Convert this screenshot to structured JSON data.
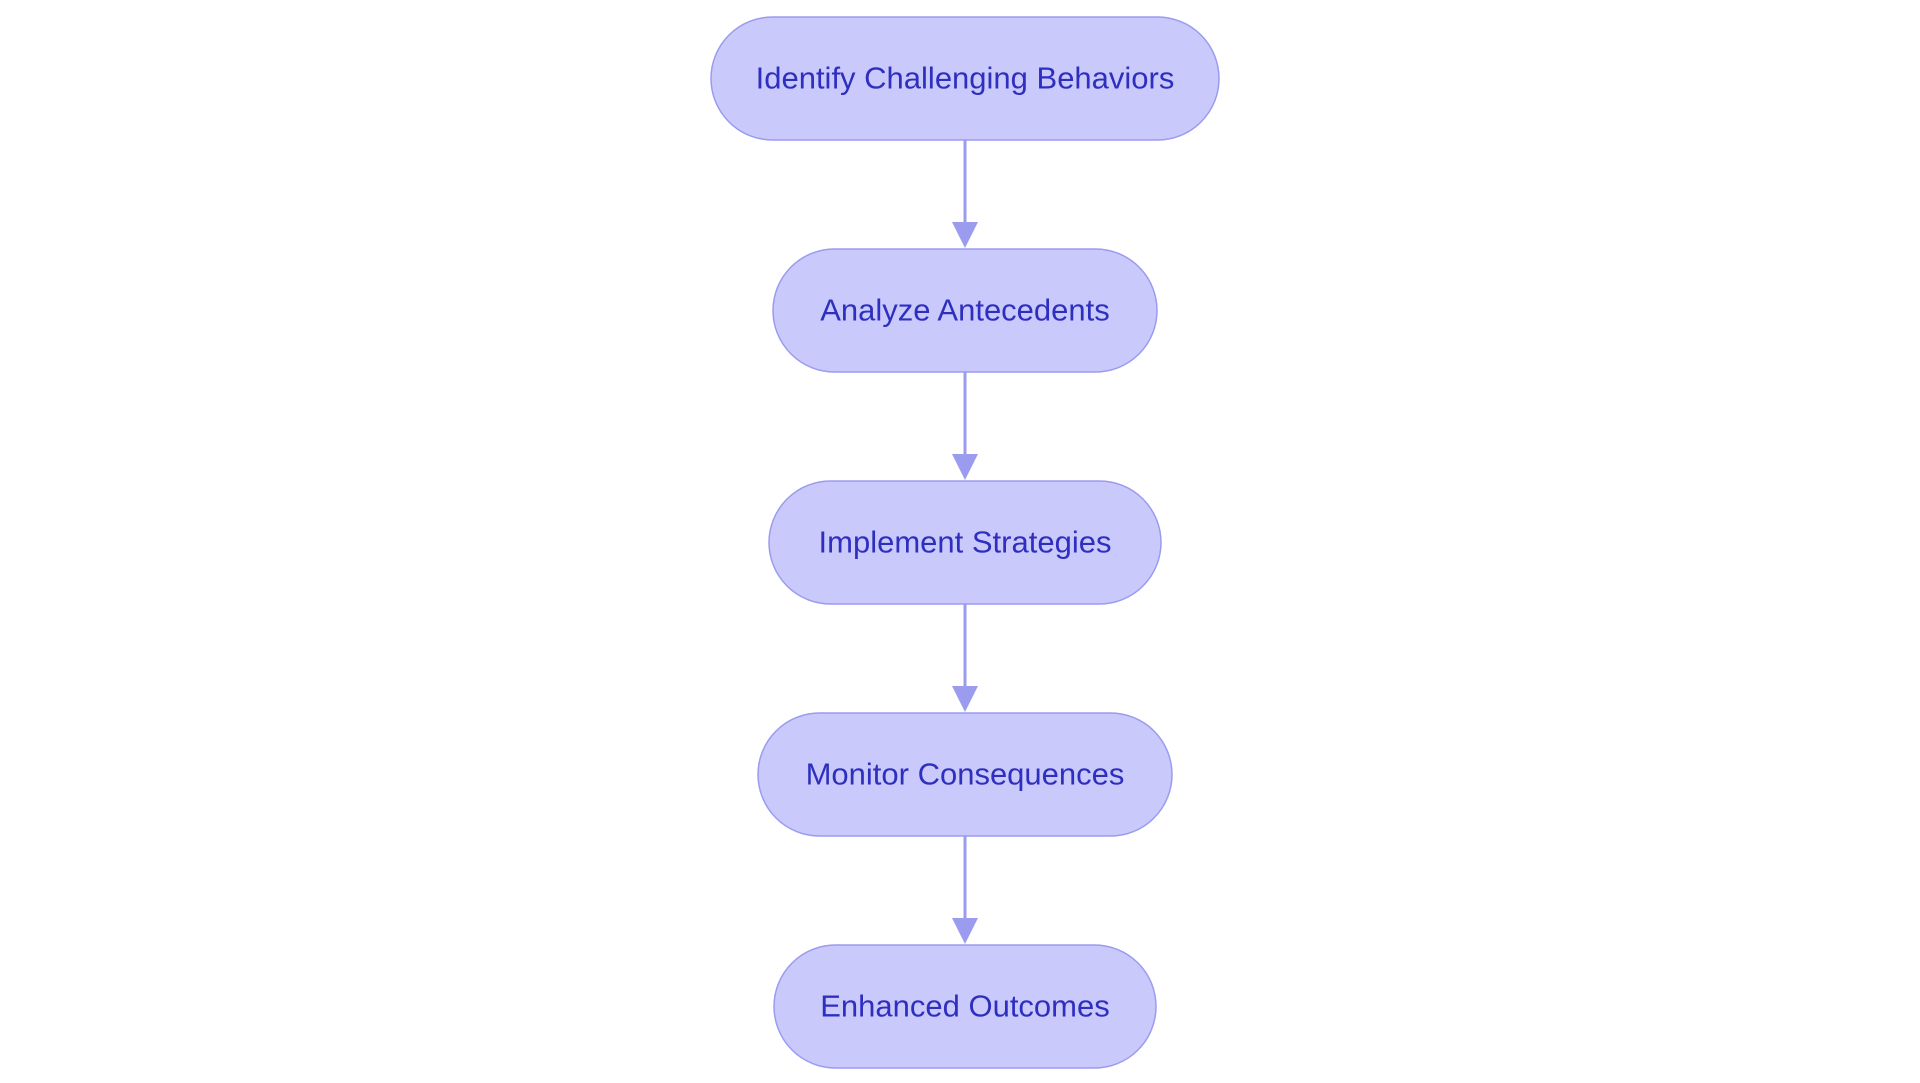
{
  "flowchart": {
    "nodes": [
      {
        "id": "identify",
        "label": "Identify Challenging Behaviors"
      },
      {
        "id": "analyze",
        "label": "Analyze Antecedents"
      },
      {
        "id": "implement",
        "label": "Implement Strategies"
      },
      {
        "id": "monitor",
        "label": "Monitor Consequences"
      },
      {
        "id": "outcomes",
        "label": "Enhanced Outcomes"
      }
    ],
    "edges": [
      {
        "from": "identify",
        "to": "analyze"
      },
      {
        "from": "analyze",
        "to": "implement"
      },
      {
        "from": "implement",
        "to": "monitor"
      },
      {
        "from": "monitor",
        "to": "outcomes"
      }
    ],
    "colors": {
      "node_fill": "#c9c9fc",
      "node_stroke": "#9b9bef",
      "text": "#2f2fbf",
      "edge": "#9b9bef"
    }
  }
}
